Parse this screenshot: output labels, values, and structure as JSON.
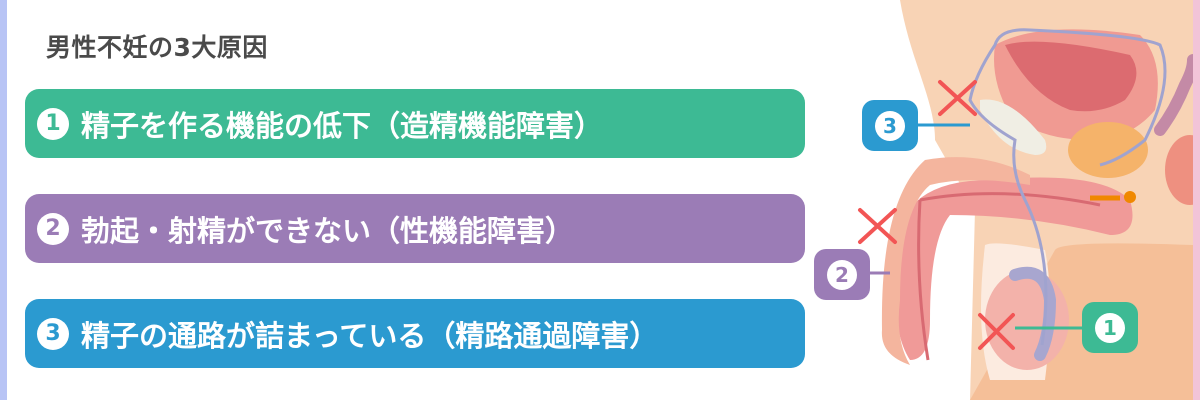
{
  "title": "男性不妊の3大原因",
  "causes": [
    {
      "number": "1",
      "text": "精子を作る機能の低下（造精機能障害）",
      "color": "#3dba94"
    },
    {
      "number": "2",
      "text": "勃起・射精ができない（性機能障害）",
      "color": "#9b7cb6"
    },
    {
      "number": "3",
      "text": "精子の通路が詰まっている（精路通過障害）",
      "color": "#2b9ad0"
    }
  ],
  "diagram_labels": [
    "1",
    "2",
    "3"
  ]
}
